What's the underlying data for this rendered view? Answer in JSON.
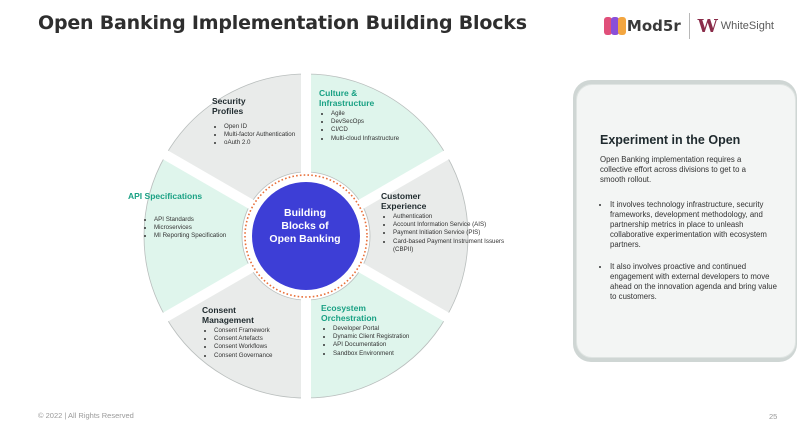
{
  "title": "Open Banking Implementation Building Blocks",
  "logos": {
    "mod5r": "Mod5r",
    "whitesight_mark": "W",
    "whitesight": "WhiteSight"
  },
  "colors": {
    "mint": "#dff5ec",
    "grey": "#e9ebea",
    "hub": "#3d3ed6",
    "ring": "#e8703a",
    "green_title": "#1aa184",
    "dark_title": "#1f2a2e",
    "gap": "#ffffff"
  },
  "hub": {
    "lines": [
      "Building",
      "Blocks of",
      "Open Banking"
    ]
  },
  "segments": [
    {
      "title": [
        "Security",
        "Profiles"
      ],
      "fill": "grey",
      "items": [
        "Open ID",
        "Multi-factor Authentication",
        "oAuth 2.0"
      ]
    },
    {
      "title": [
        "Culture &",
        "Infrastructure"
      ],
      "fill": "mint",
      "items": [
        "Agile",
        "DevSecOps",
        "CI/CD",
        "Multi-cloud Infrastructure"
      ]
    },
    {
      "title": [
        "Customer",
        "Experience"
      ],
      "fill": "grey",
      "items": [
        "Authentication",
        "Account Information Service (AIS)",
        "Payment Initiation Service (PIS)",
        "Card-based Payment Instrument Issuers (CBPII)"
      ]
    },
    {
      "title": [
        "Ecosystem",
        "Orchestration"
      ],
      "fill": "mint",
      "items": [
        "Developer Portal",
        "Dynamic Client Registration",
        "API Documentation",
        "Sandbox Environment"
      ]
    },
    {
      "title": [
        "Consent",
        "Management"
      ],
      "fill": "grey",
      "items": [
        "Consent Framework",
        "Consent Artefacts",
        "Consent Workflows",
        "Consent Governance"
      ]
    },
    {
      "title": [
        "API Specifications"
      ],
      "fill": "mint",
      "items": [
        "API Standards",
        "Microservices",
        "MI Reporting Specification"
      ]
    }
  ],
  "panel": {
    "title": "Experiment in the Open",
    "intro": "Open Banking implementation requires a collective effort across divisions to get to a smooth rollout.",
    "bullets": [
      "It involves technology infrastructure, security frameworks, development methodology, and partnership metrics in place to unleash collaborative experimentation with ecosystem partners.",
      "It also involves proactive and  continued engagement with external developers to move ahead on the innovation agenda and bring value to customers."
    ]
  },
  "footer": "© 2022 | All Rights Reserved",
  "page_number": "25"
}
